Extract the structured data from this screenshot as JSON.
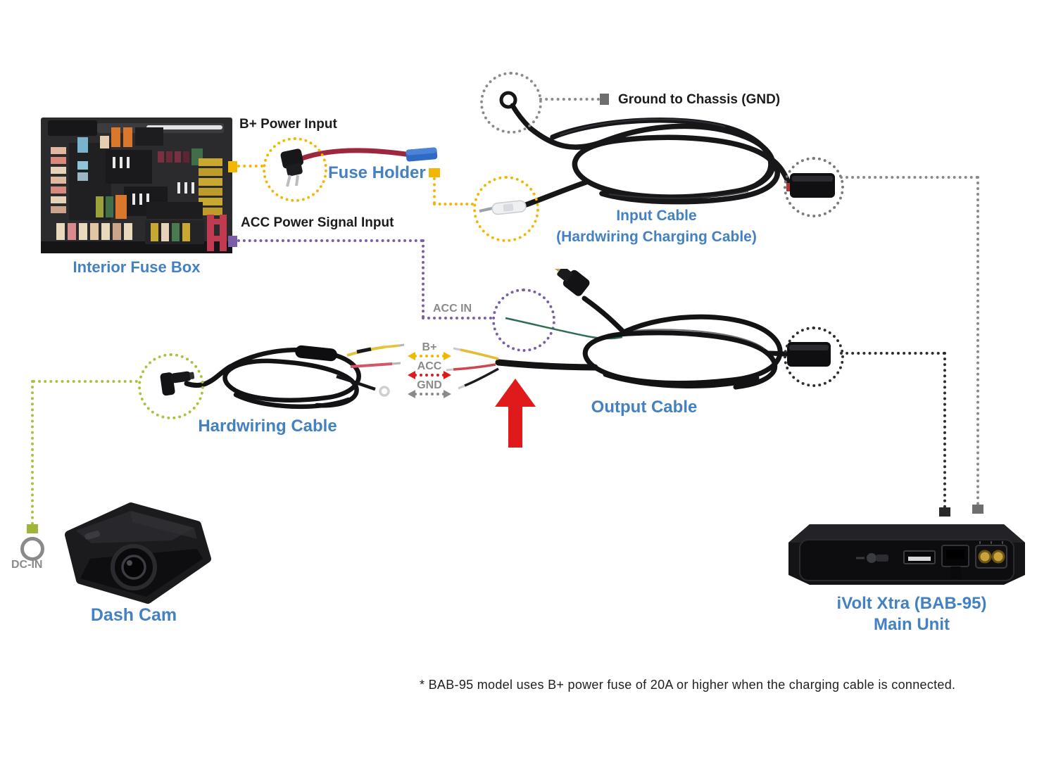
{
  "diagram": {
    "fuse_box": {
      "label": "Interior Fuse Box"
    },
    "b_power_input": {
      "label": "B+ Power Input"
    },
    "acc_power_input": {
      "label": "ACC Power Signal Input"
    },
    "fuse_holder": {
      "label": "Fuse Holder"
    },
    "ground": {
      "label": "Ground to Chassis (GND)"
    },
    "input_cable": {
      "line1": "Input Cable",
      "line2": "(Hardwiring Charging Cable)"
    },
    "acc_in": {
      "label": "ACC IN"
    },
    "wire_labels": {
      "b_plus": "B+",
      "acc": "ACC",
      "gnd": "GND"
    },
    "output_cable": {
      "label": "Output Cable"
    },
    "hardwiring_cable": {
      "label": "Hardwiring Cable"
    },
    "dc_in": {
      "label": "DC-IN"
    },
    "dash_cam": {
      "label": "Dash Cam"
    },
    "main_unit": {
      "line1": "iVolt Xtra (BAB-95)",
      "line2": "Main Unit"
    },
    "footnote": "* BAB-95 model uses B+ power fuse of 20A or higher when the charging cable is connected."
  },
  "colors": {
    "label_blue": "#4381c3",
    "label_black": "#1c1c1c",
    "label_gray": "#8b8b8b",
    "highlight_yellow": "#f2b705",
    "highlight_purple": "#7b5ea7",
    "highlight_olive": "#a9c23f",
    "highlight_gray": "#8a8a8a",
    "highlight_black": "#2e2e2e",
    "pointer_red": "#e01a1a"
  }
}
